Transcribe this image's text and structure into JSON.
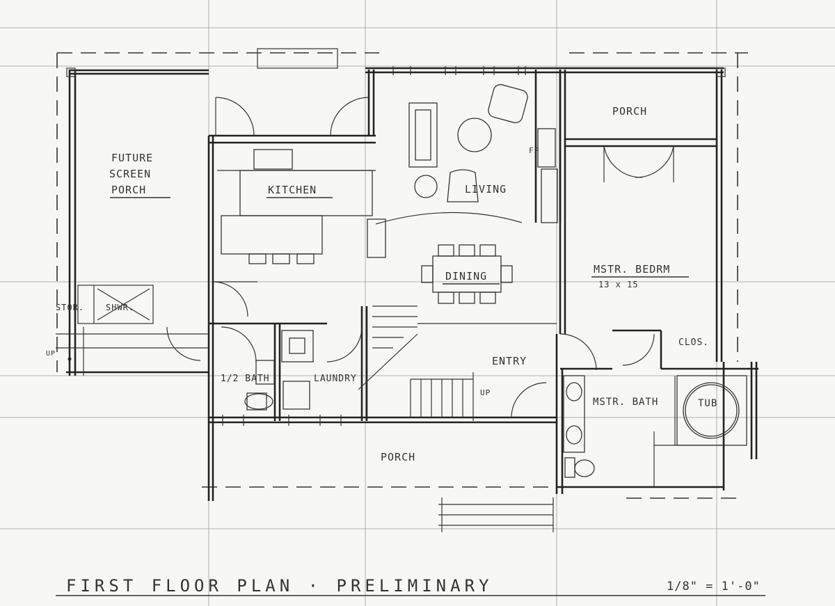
{
  "title": "FIRST FLOOR PLAN · PRELIMINARY",
  "scale": "1/8\" = 1'-0\"",
  "rooms": {
    "future_porch": [
      "FUTURE",
      "SCREEN",
      "PORCH"
    ],
    "kitchen": "KITCHEN",
    "living": "LIVING",
    "dining": "DINING",
    "porch_top": "PORCH",
    "master_bedroom": "MSTR. BEDRM",
    "master_bedroom_size": "13 x 15",
    "closet": "CLOS.",
    "master_bath": "MSTR. BATH",
    "tub": "TUB",
    "entry": "ENTRY",
    "laundry": "LAUNDRY",
    "half_bath": "1/2 BATH",
    "porch_bottom": "PORCH",
    "storage": "STOR.",
    "shower": "SHWR.",
    "fireplace": "FP",
    "up_left": "UP",
    "up_stair": "UP"
  }
}
